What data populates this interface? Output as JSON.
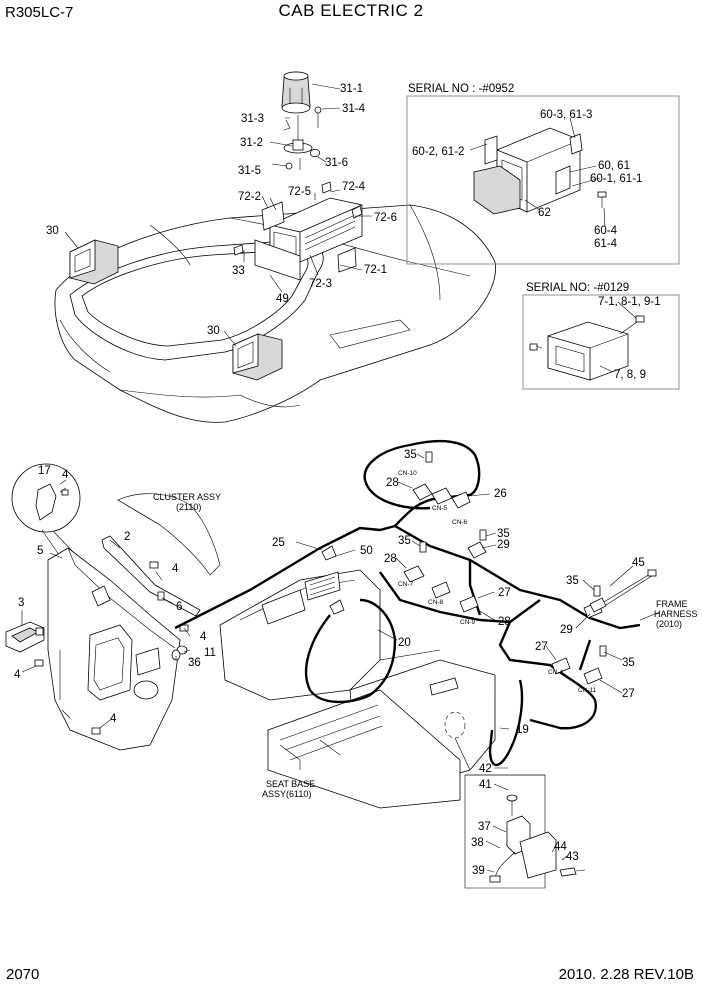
{
  "header": {
    "model": "R305LC-7",
    "title": "CAB ELECTRIC 2"
  },
  "footer": {
    "page_number": "2070",
    "revision": "2010. 2.28  REV.10B"
  },
  "serial_boxes": {
    "upper": "SERIAL NO : -#0952",
    "lower": "SERIAL NO: -#0129"
  },
  "assembly_notes": {
    "cluster_assy": "CLUSTER ASSY",
    "cluster_ref": "(2110)",
    "frame_harness_1": "FRAME",
    "frame_harness_2": "HARNESS",
    "frame_harness_ref": "(2010)",
    "seat_base_1": "SEAT BASE",
    "seat_base_2": "ASSY(6110)"
  },
  "part_labels": {
    "p31_1": "31-1",
    "p31_3": "31-3",
    "p31_4": "31-4",
    "p31_2": "31-2",
    "p31_5": "31-5",
    "p31_6": "31-6",
    "p72_4": "72-4",
    "p72_2": "72-2",
    "p72_5": "72-5",
    "p72_6": "72-6",
    "p72_1": "72-1",
    "p72_3": "72-3",
    "p30a": "30",
    "p30b": "30",
    "p33": "33",
    "p49": "49",
    "p60_3": "60-3, 61-3",
    "p60_2": "60-2, 61-2",
    "p60": "60, 61",
    "p60_1": "60-1, 61-1",
    "p62": "62",
    "p60_4": "60-4",
    "p61_4": "61-4",
    "p7_1": "7-1, 8-1, 9-1",
    "p7": "7, 8, 9",
    "p17": "17",
    "p4a": "4",
    "p2": "2",
    "p5": "5",
    "p4b": "4",
    "p6": "6",
    "p3": "3",
    "p4c": "4",
    "p4d": "4",
    "p11": "11",
    "p36": "36",
    "p4e": "4",
    "p25": "25",
    "p50": "50",
    "p20": "20",
    "p19": "19",
    "p35a": "35",
    "p28a": "28",
    "p26": "26",
    "p35b": "35",
    "p29a": "29",
    "p35c": "35",
    "p28b": "28",
    "p27a": "27",
    "p28c": "28",
    "p45": "45",
    "p35d": "35",
    "p29b": "29",
    "p27b": "27",
    "p35e": "35",
    "p27c": "27",
    "p42": "42",
    "p41": "41",
    "p37": "37",
    "p38": "38",
    "p44": "44",
    "p43": "43",
    "p39": "39"
  },
  "connector_labels": {
    "cn10": "CN-10",
    "cn5": "CN-5",
    "cn6": "CN-6",
    "cn7": "CN-7",
    "cn8": "CN-8",
    "cn9": "CN-9",
    "cn4": "CN-4",
    "cn11": "CN-11"
  }
}
